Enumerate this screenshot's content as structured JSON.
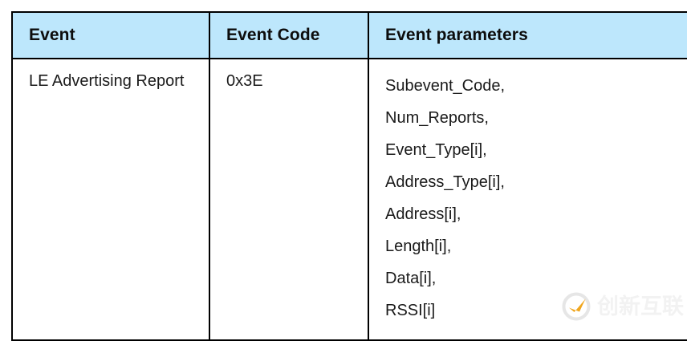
{
  "table": {
    "headers": [
      {
        "key": "event",
        "label": "Event"
      },
      {
        "key": "code",
        "label": "Event Code"
      },
      {
        "key": "params",
        "label": "Event parameters"
      }
    ],
    "header_bg": "#bde7fc",
    "border_color": "#000000",
    "rows": [
      {
        "event": "LE Advertising Report",
        "code": "0x3E",
        "parameters": [
          "Subevent_Code,",
          "Num_Reports,",
          "Event_Type[i],",
          "Address_Type[i],",
          "Address[i],",
          "Length[i],",
          "Data[i],",
          "RSSI[i]"
        ]
      }
    ]
  },
  "watermark": {
    "text": "创新互联",
    "mark_icon": "circle-check-swoosh-logo-icon",
    "ring_color": "#e8e8e8",
    "swoosh_color": "#f0a61e",
    "text_color": "#f2f2f2"
  }
}
